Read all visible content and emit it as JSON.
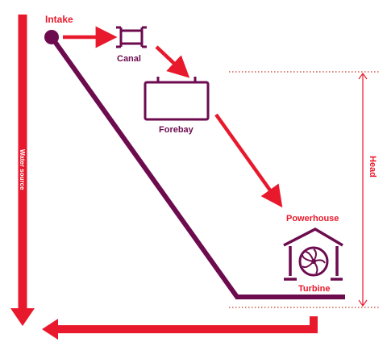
{
  "labels": {
    "intake": "Intake",
    "canal": "Canal",
    "forebay": "Forebay",
    "powerhouse": "Powerhouse",
    "turbine": "Turbine",
    "head": "Head",
    "water_source": "Water source"
  },
  "colors": {
    "accent_red": "#e8192c",
    "plum": "#6d0b4f",
    "dotted": "#c0392b"
  },
  "icons": {
    "canal": "canal-pipe-icon",
    "forebay": "reservoir-tank-icon",
    "powerhouse": "house-icon",
    "turbine": "turbine-wheel-icon"
  }
}
